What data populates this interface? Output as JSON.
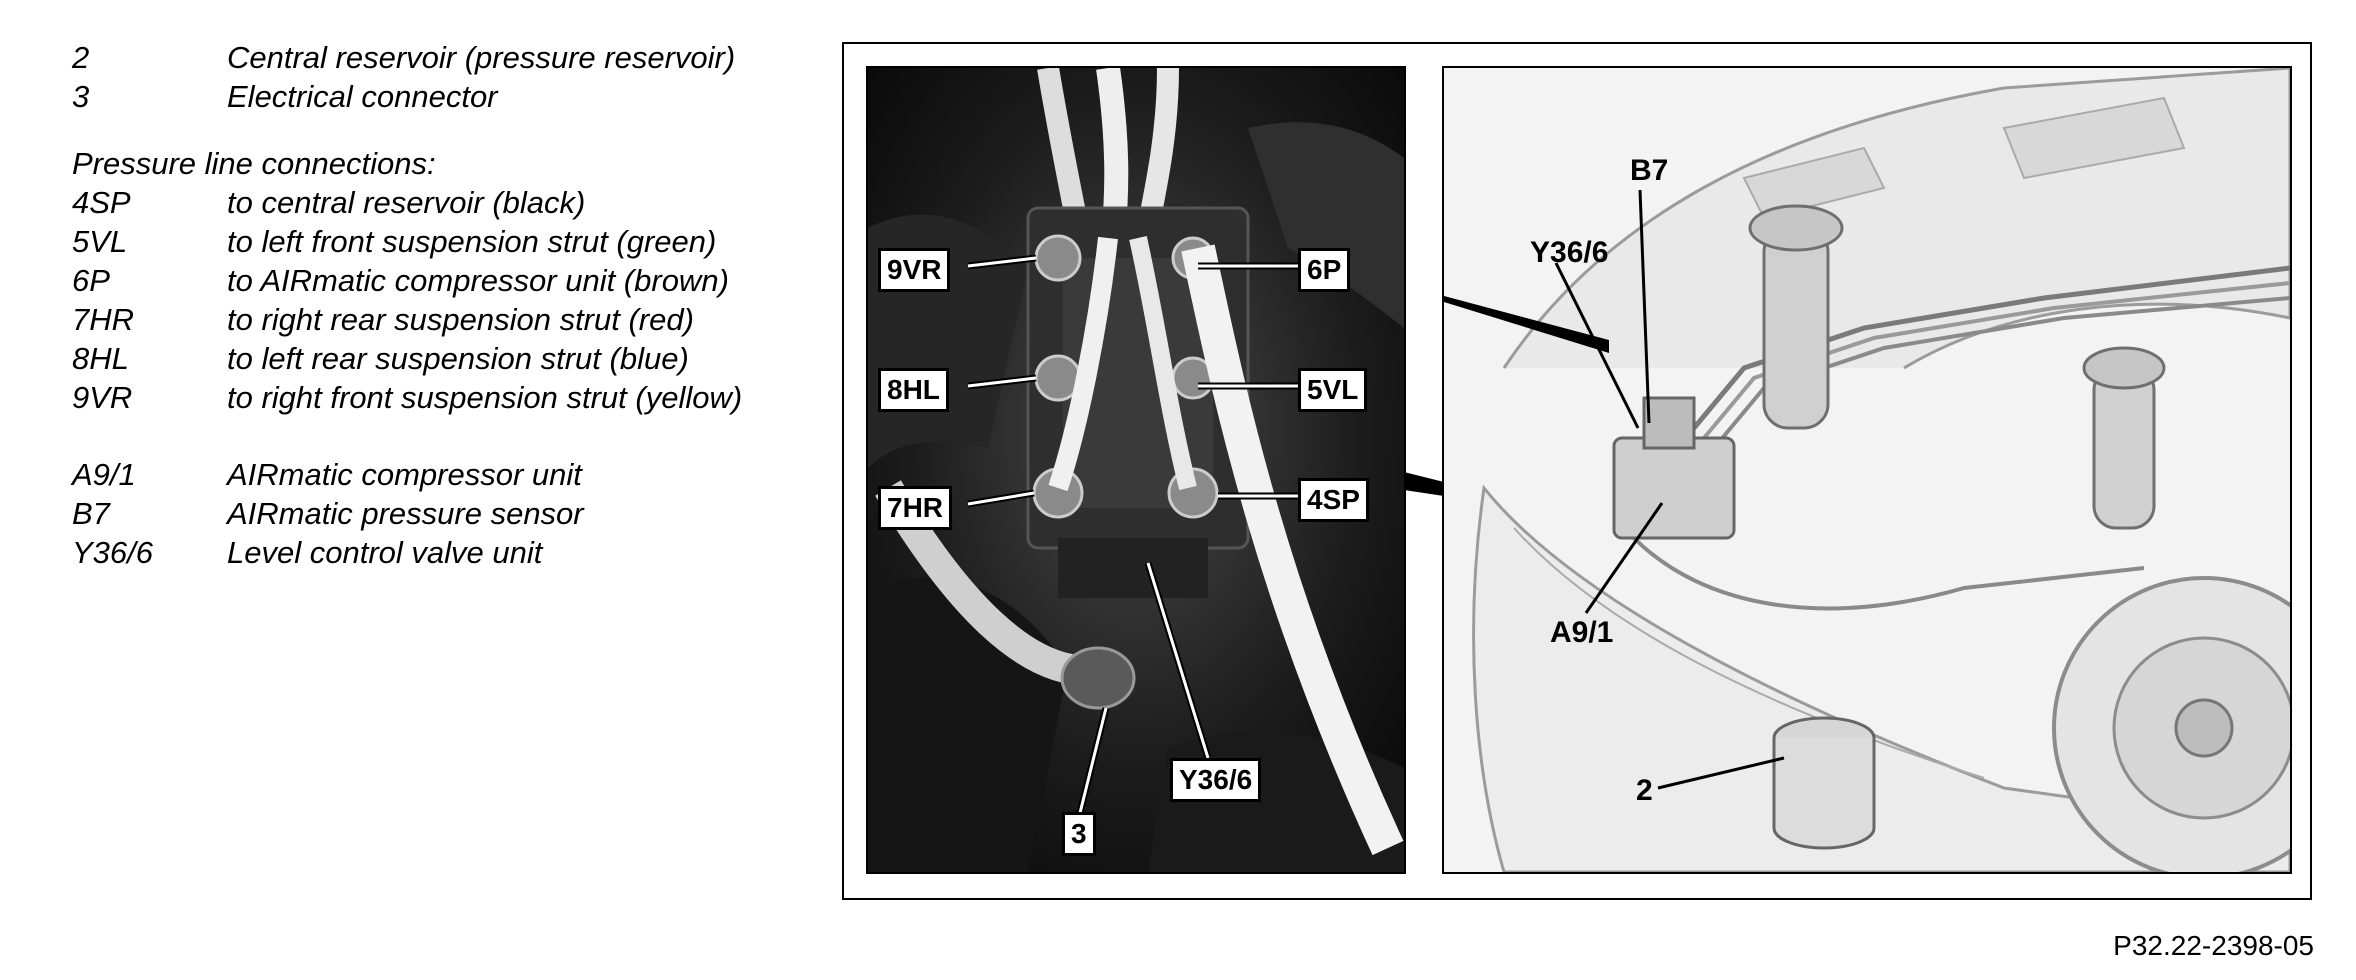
{
  "legend": {
    "items_top": [
      {
        "code": "2",
        "desc": "Central reservoir (pressure reservoir)"
      },
      {
        "code": "3",
        "desc": "Electrical connector"
      }
    ],
    "pressure_heading": "Pressure line connections:",
    "pressure_items": [
      {
        "code": "4SP",
        "desc": "to central reservoir (black)"
      },
      {
        "code": "5VL",
        "desc": "to left front suspension strut (green)"
      },
      {
        "code": "6P",
        "desc": "to AIRmatic compressor unit (brown)"
      },
      {
        "code": "7HR",
        "desc": "to right rear suspension strut (red)"
      },
      {
        "code": "8HL",
        "desc": "to left rear suspension strut (blue)"
      },
      {
        "code": "9VR",
        "desc": "to right front suspension strut (yellow)"
      }
    ],
    "component_items": [
      {
        "code": "A9/1",
        "desc": "AIRmatic compressor unit"
      },
      {
        "code": "B7",
        "desc": "AIRmatic pressure sensor"
      },
      {
        "code": "Y36/6",
        "desc": "Level control valve unit"
      }
    ]
  },
  "photo_callouts": {
    "c9vr": "9VR",
    "c8hl": "8HL",
    "c7hr": "7HR",
    "c6p": "6P",
    "c5vl": "5VL",
    "c4sp": "4SP",
    "cy366": "Y36/6",
    "c3": "3"
  },
  "drawing_labels": {
    "b7": "B7",
    "y366": "Y36/6",
    "a91": "A9/1",
    "n2": "2"
  },
  "figure_id": "P32.22-2398-05"
}
